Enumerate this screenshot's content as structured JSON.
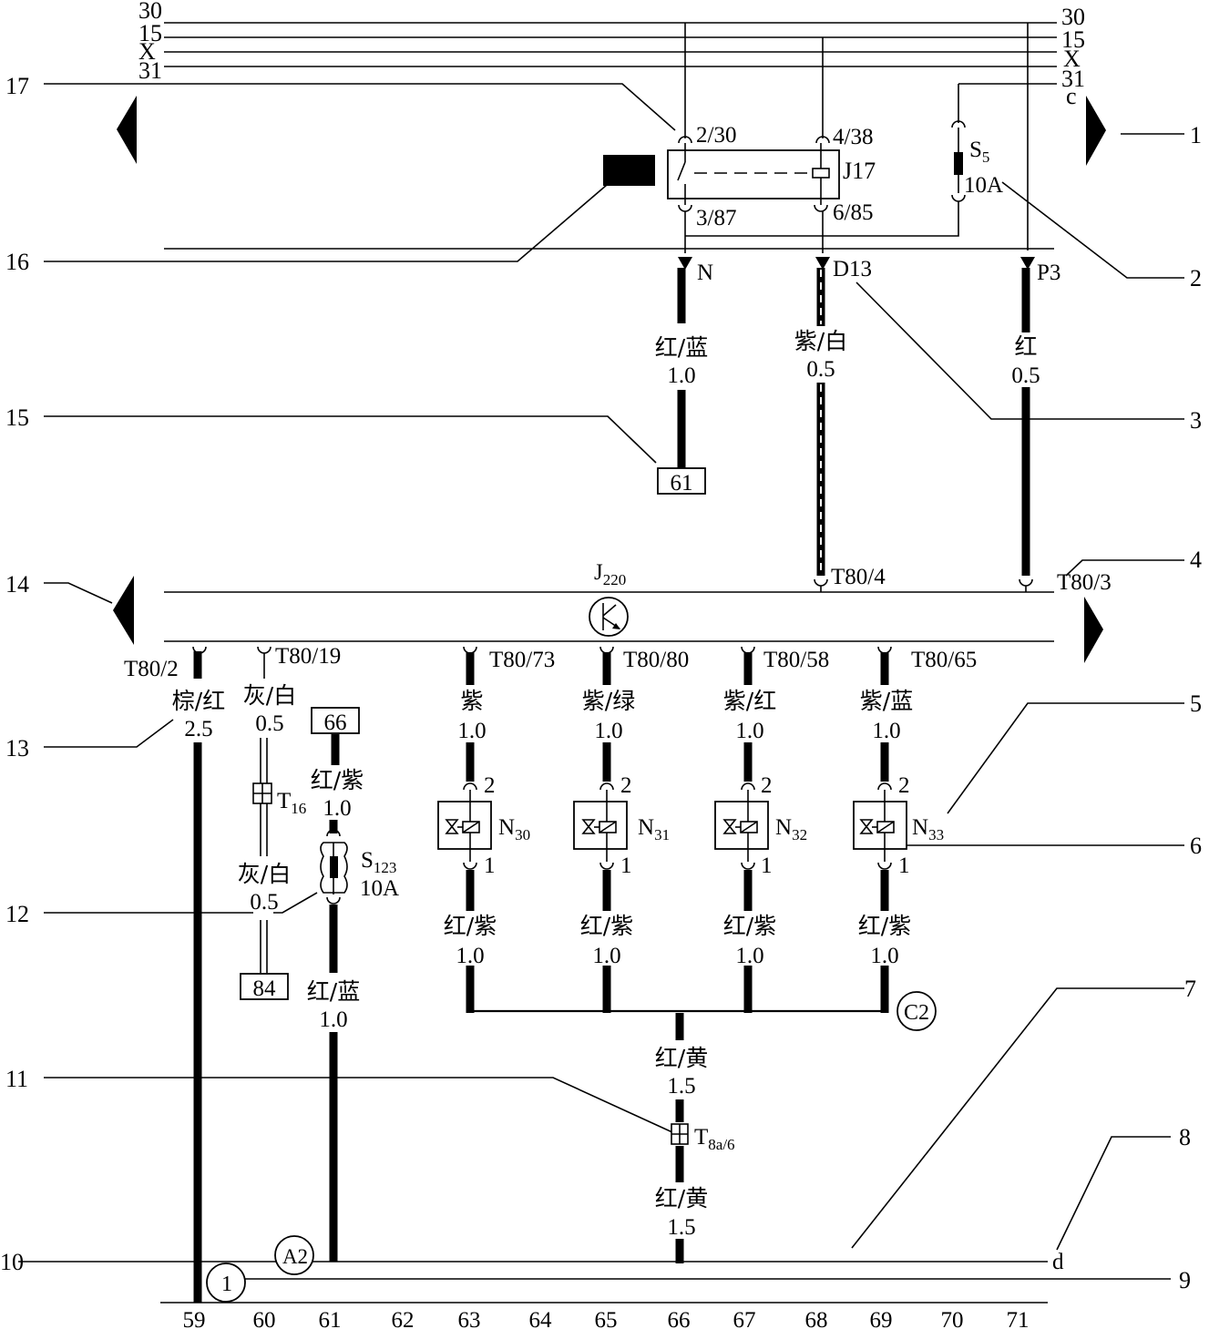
{
  "bus": {
    "left": [
      "30",
      "15",
      "X",
      "31"
    ],
    "right": [
      "30",
      "15",
      "X",
      "31",
      "c"
    ]
  },
  "callouts": {
    "left": [
      "17",
      "16",
      "15",
      "14",
      "13",
      "12",
      "11",
      "10"
    ],
    "right": [
      "1",
      "2",
      "3",
      "4",
      "5",
      "6",
      "7",
      "8",
      "9"
    ]
  },
  "relay": {
    "name": "J17",
    "pins": [
      "2/30",
      "4/38",
      "3/87",
      "6/85"
    ]
  },
  "fuse_s5": {
    "name": "S",
    "sub": "5",
    "rating": "10A"
  },
  "upper_wires": [
    {
      "connector": "N",
      "color": "红/蓝",
      "size": "1.0"
    },
    {
      "connector": "D13",
      "color": "紫/白",
      "size": "0.5"
    },
    {
      "connector": "P3",
      "color": "红",
      "size": "0.5"
    }
  ],
  "refs": {
    "r61": "61",
    "r66": "66",
    "r84": "84"
  },
  "ecu": {
    "name": "J",
    "sub": "220",
    "top_pins": [
      "T80/4",
      "T80/3"
    ],
    "bottom_pins": [
      "T80/2",
      "T80/19",
      "T80/73",
      "T80/80",
      "T80/58",
      "T80/65"
    ]
  },
  "left_wires": {
    "w59": {
      "color": "棕/红",
      "size": "2.5"
    },
    "w60a": {
      "color": "灰/白",
      "size": "0.5"
    },
    "w60b": {
      "color": "灰/白",
      "size": "0.5"
    },
    "w61a": {
      "color": "红/紫",
      "size": "1.0"
    },
    "w61b": {
      "color": "红/蓝",
      "size": "1.0"
    }
  },
  "connector_t16": {
    "name": "T",
    "sub": "16"
  },
  "fuse_s123": {
    "name": "S",
    "sub": "123",
    "rating": "10A"
  },
  "valves": [
    {
      "name": "N",
      "sub": "30",
      "top_color": "紫",
      "top_size": "1.0",
      "bot_color": "红/紫",
      "bot_size": "1.0",
      "pin_top": "2",
      "pin_bot": "1"
    },
    {
      "name": "N",
      "sub": "31",
      "top_color": "紫/绿",
      "top_size": "1.0",
      "bot_color": "红/紫",
      "bot_size": "1.0",
      "pin_top": "2",
      "pin_bot": "1"
    },
    {
      "name": "N",
      "sub": "32",
      "top_color": "紫/红",
      "top_size": "1.0",
      "bot_color": "红/紫",
      "bot_size": "1.0",
      "pin_top": "2",
      "pin_bot": "1"
    },
    {
      "name": "N",
      "sub": "33",
      "top_color": "紫/蓝",
      "top_size": "1.0",
      "bot_color": "红/紫",
      "bot_size": "1.0",
      "pin_top": "2",
      "pin_bot": "1"
    }
  ],
  "common": {
    "c2": "C2",
    "color1": "红/黄",
    "size1": "1.5",
    "connector": "T",
    "connector_sub": "8a/6",
    "color2": "红/黄",
    "size2": "1.5"
  },
  "ground": {
    "a2": "A2",
    "one": "1",
    "d": "d"
  },
  "grid": [
    "59",
    "60",
    "61",
    "62",
    "63",
    "64",
    "65",
    "66",
    "67",
    "68",
    "69",
    "70",
    "71"
  ]
}
